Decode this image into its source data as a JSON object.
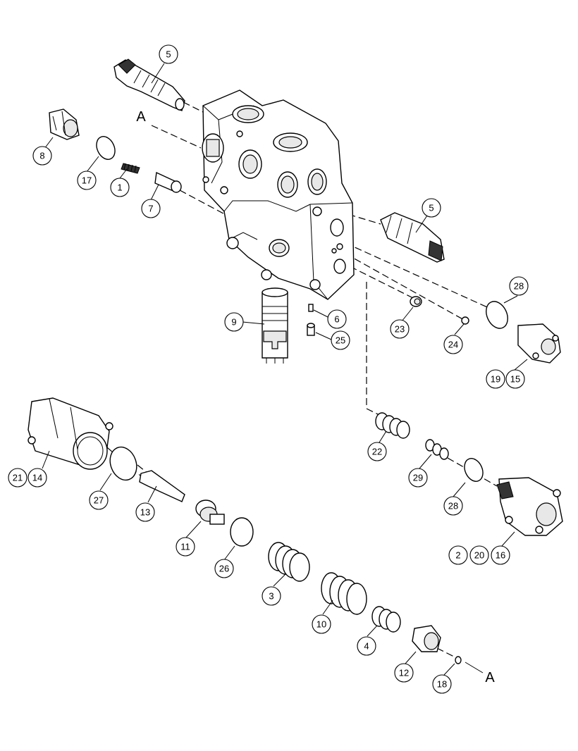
{
  "reference_letter": "A",
  "callouts": {
    "c5a": "5",
    "c5b": "5",
    "c8": "8",
    "c17": "17",
    "c1": "1",
    "c7": "7",
    "c9": "9",
    "c6": "6",
    "c25": "25",
    "c23": "23",
    "c24": "24",
    "c28a": "28",
    "c19": "19",
    "c15": "15",
    "c21": "21",
    "c14": "14",
    "c27": "27",
    "c13": "13",
    "c22": "22",
    "c29": "29",
    "c28b": "28",
    "c2": "2",
    "c20": "20",
    "c16": "16",
    "c11": "11",
    "c26": "26",
    "c3": "3",
    "c10": "10",
    "c4": "4",
    "c12": "12",
    "c18": "18"
  }
}
